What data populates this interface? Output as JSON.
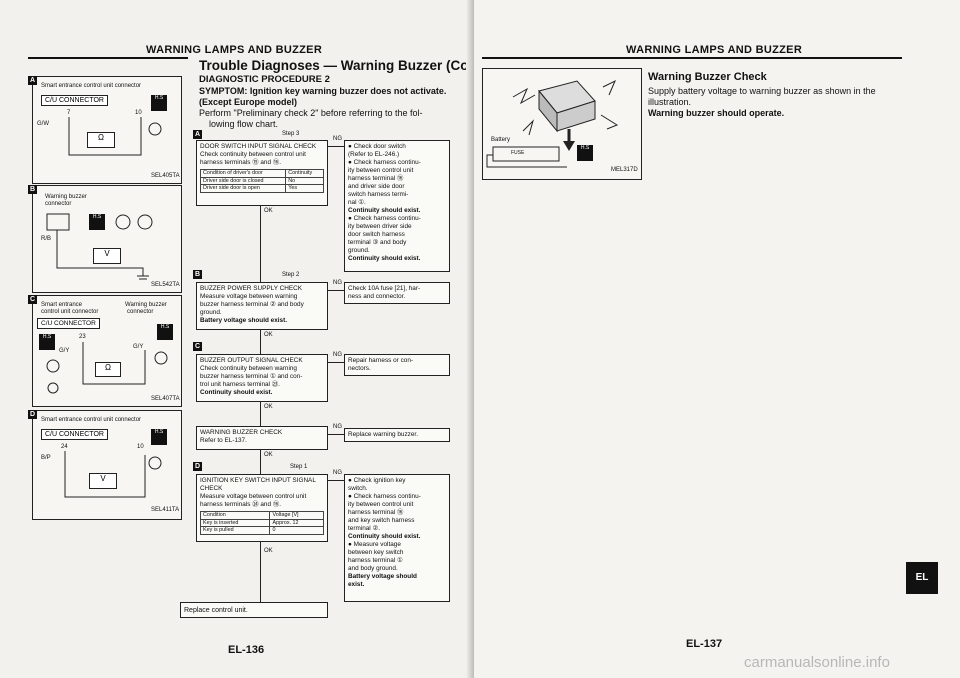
{
  "left": {
    "header": "WARNING LAMPS AND BUZZER",
    "title": "Trouble Diagnoses — Warning Buzzer (Cont'd)",
    "subtitle": "DIAGNOSTIC PROCEDURE 2",
    "symptom_1": "SYMPTOM: Ignition key warning buzzer does not activate.",
    "symptom_2": "(Except Europe model)",
    "perform_1": "Perform \"Preliminary check 2\" before referring to the fol-",
    "perform_2": "lowing flow chart.",
    "page_number": "EL-136",
    "diagrams": {
      "a": {
        "tag": "A",
        "title": "Smart entrance control unit connector",
        "connector": "C/U CONNECTOR",
        "wire": "G/W",
        "pin_l": "7",
        "pin_r": "10",
        "code": "SEL405TA"
      },
      "b": {
        "tag": "B",
        "title_1": "Warning buzzer",
        "title_2": "connector",
        "wire": "R/B",
        "code": "SEL542TA"
      },
      "c": {
        "tag": "C",
        "title_l1": "Smart entrance",
        "title_l2": "control unit connector",
        "title_r1": "Warning buzzer",
        "title_r2": "connector",
        "connector": "C/U CONNECTOR",
        "wire_l": "G/Y",
        "wire_r": "G/Y",
        "pin_l": "23",
        "code": "SEL407TA"
      },
      "d": {
        "tag": "D",
        "title": "Smart entrance control unit connector",
        "connector": "C/U CONNECTOR",
        "wire": "B/P",
        "pin_l": "24",
        "pin_r": "10",
        "code": "SEL411TA"
      }
    },
    "flow": {
      "step3": {
        "tag": "A",
        "label": "Step 3",
        "lines": [
          "DOOR SWITCH INPUT SIGNAL CHECK",
          "Check continuity between control unit",
          "harness terminals ⑮ and ⑯."
        ],
        "table": [
          [
            "Condition of driver's door",
            "Continuity"
          ],
          [
            "Driver side door is closed",
            "No"
          ],
          [
            "Driver side door is open",
            "Yes"
          ]
        ]
      },
      "step3_ng": {
        "lines": [
          "● Check door switch",
          "(Refer to EL-246.)",
          "● Check harness continu-",
          "ity between control unit",
          "harness terminal ⑯",
          "and driver side door",
          "switch harness termi-",
          "nal ①."
        ],
        "bold1": "Continuity should exist.",
        "lines2": [
          "● Check harness continu-",
          "ity between driver side",
          "door switch harness",
          "terminal ③ and body",
          "ground."
        ],
        "bold2": "Continuity should exist."
      },
      "step2": {
        "tag": "B",
        "label": "Step 2",
        "lines": [
          "BUZZER POWER SUPPLY CHECK",
          "Measure voltage between warning",
          "buzzer harness terminal ② and body",
          "ground."
        ],
        "bold": "Battery voltage should exist."
      },
      "step2_ng": [
        "Check 10A fuse [21], har-",
        "ness and connector."
      ],
      "output": {
        "tag": "C",
        "lines": [
          "BUZZER OUTPUT SIGNAL CHECK",
          "Check continuity between warning",
          "buzzer harness terminal ① and con-",
          "trol unit harness terminal ㉓."
        ],
        "bold": "Continuity should exist."
      },
      "output_ng": [
        "Repair harness or con-",
        "nectors."
      ],
      "wbcheck": {
        "lines": [
          "WARNING BUZZER CHECK",
          "Refer to EL-137."
        ]
      },
      "wbcheck_ng": "Replace warning buzzer.",
      "step1": {
        "tag": "D",
        "label": "Step 1",
        "lines": [
          "IGNITION KEY SWITCH INPUT SIGNAL",
          "CHECK",
          "Measure voltage between control unit",
          "harness terminals ㉔ and ⑯."
        ],
        "table": [
          [
            "Condition",
            "Voltage [V]"
          ],
          [
            "Key is inserted",
            "Approx. 12"
          ],
          [
            "Key is pulled",
            "0"
          ]
        ]
      },
      "step1_ng": {
        "lines": [
          "● Check ignition key",
          "switch.",
          "● Check harness continu-",
          "ity between control unit",
          "harness terminal ⑯",
          "and key switch harness",
          "terminal ②."
        ],
        "bold1": "Continuity should exist.",
        "lines2": [
          "● Measure voltage",
          "between key switch",
          "harness terminal ①",
          "and body ground."
        ],
        "bold2": "Battery voltage should",
        "bold3": "exist."
      },
      "final": "Replace control unit.",
      "ng": "NG",
      "ok": "OK"
    }
  },
  "right": {
    "header": "WARNING LAMPS AND BUZZER",
    "title": "Warning Buzzer Check",
    "body_1": "Supply battery voltage to warning buzzer as shown in the",
    "body_2": "illustration.",
    "bold": "Warning buzzer should operate.",
    "battery_label": "Battery",
    "fuse_label": "FUSE",
    "code": "MEL317D",
    "page_number": "EL-137",
    "tab": "EL",
    "watermark": "carmanualsonline.info"
  }
}
